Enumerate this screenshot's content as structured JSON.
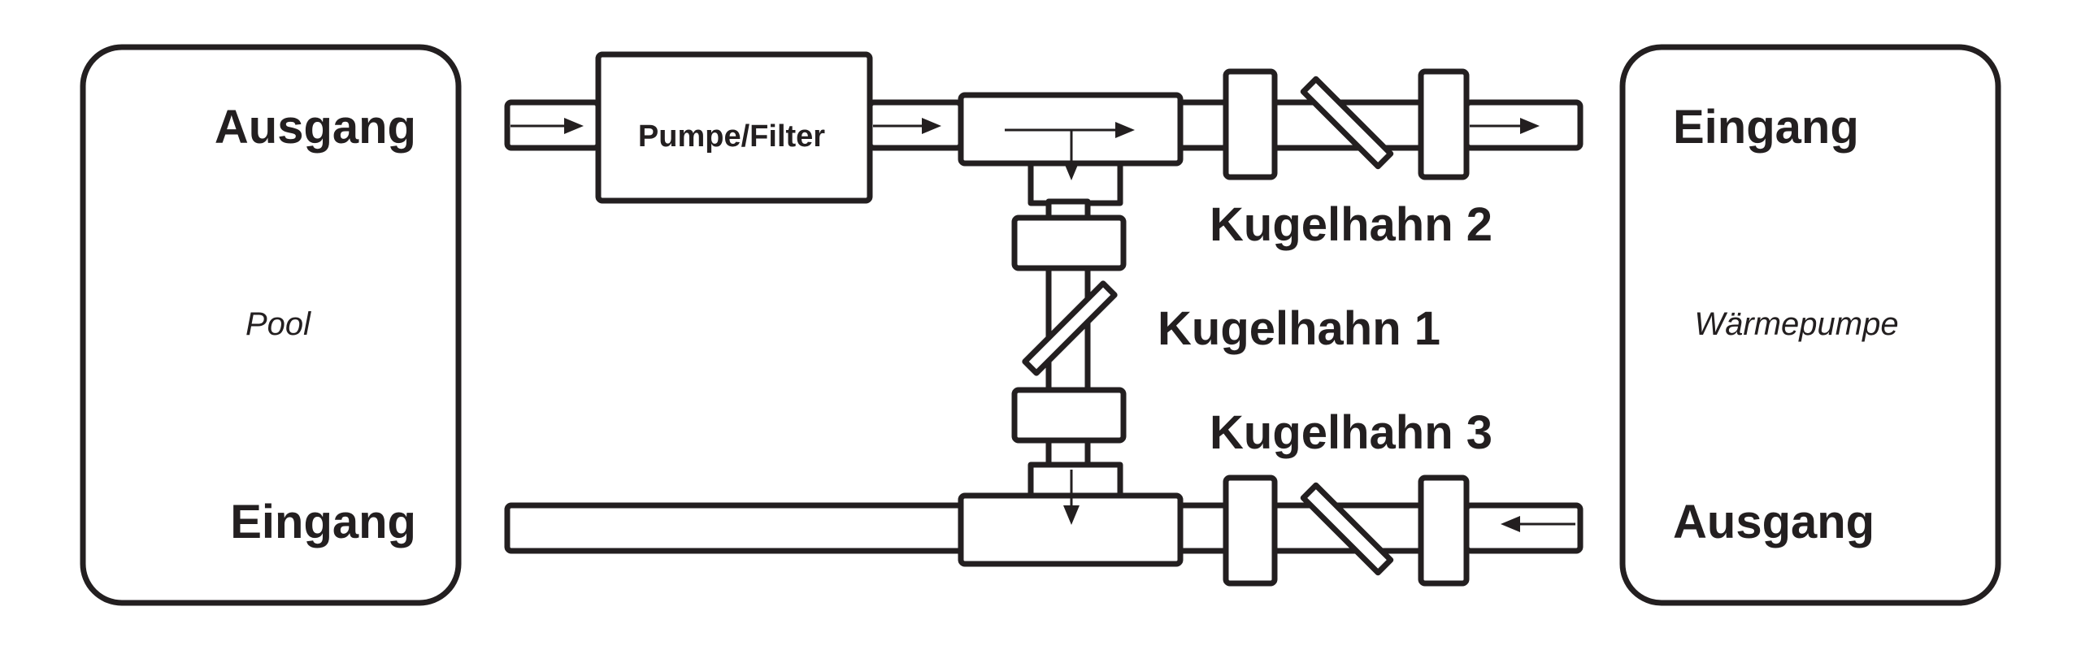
{
  "pool": {
    "name": "Pool",
    "outlet": "Ausgang",
    "inlet": "Eingang"
  },
  "heat_pump": {
    "name": "Wärmepumpe",
    "inlet": "Eingang",
    "outlet": "Ausgang"
  },
  "pump_filter": {
    "label": "Pumpe/Filter"
  },
  "valves": {
    "valve1": "Kugelhahn 1",
    "valve2": "Kugelhahn 2",
    "valve3": "Kugelhahn 3"
  },
  "colors": {
    "stroke": "#231f20",
    "background": "#ffffff"
  }
}
